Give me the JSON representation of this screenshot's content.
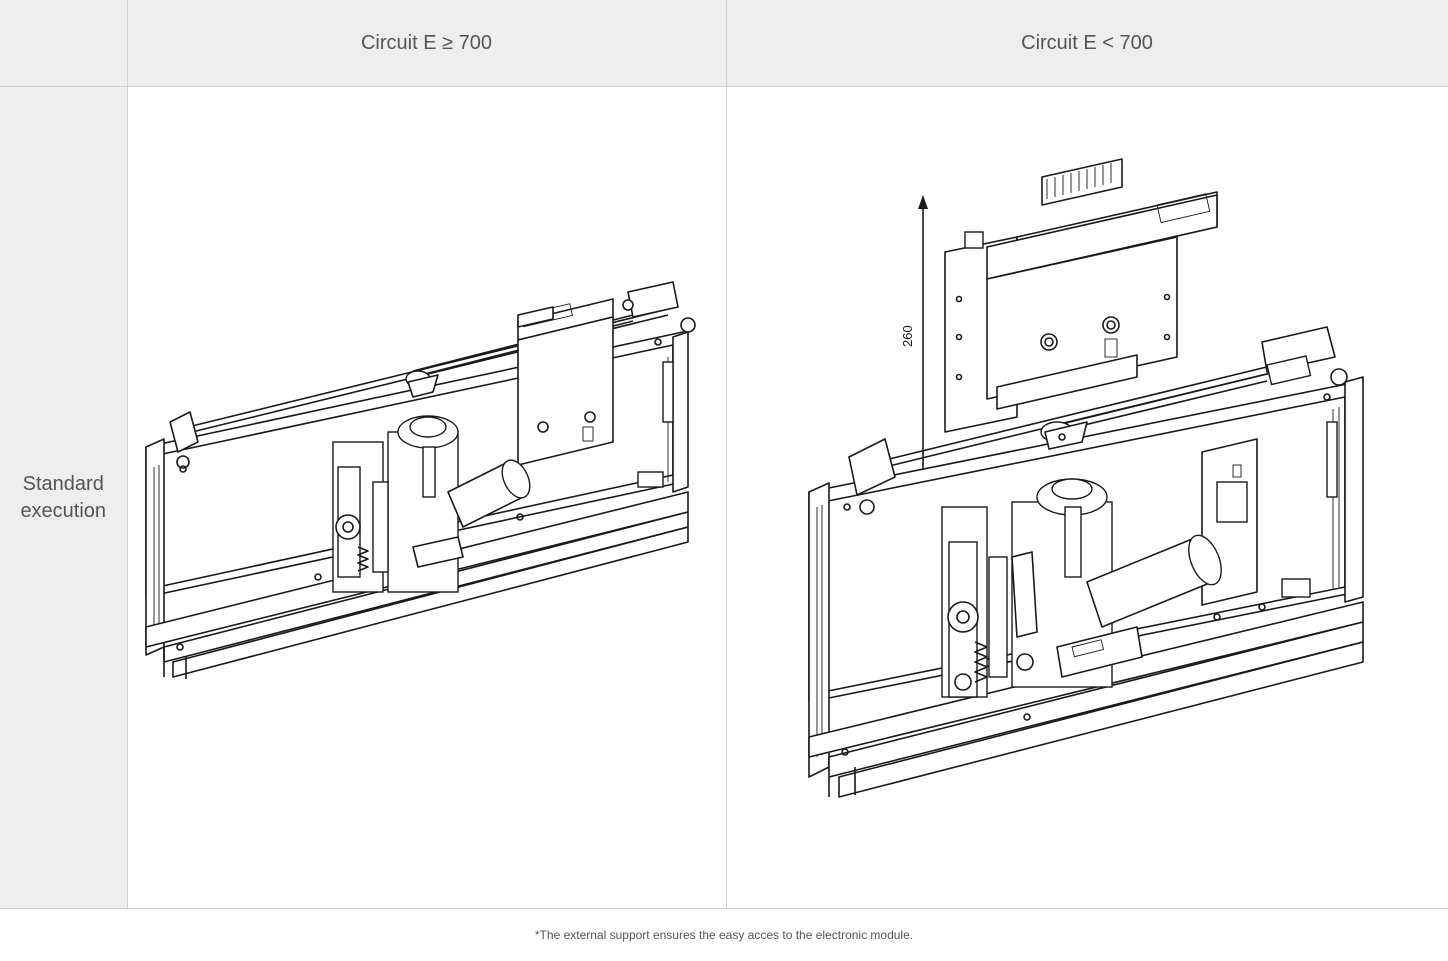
{
  "table": {
    "col_headers": [
      "Circuit E ≥ 700",
      "Circuit E < 700"
    ],
    "row_header_line1": "Standard",
    "row_header_line2": "execution",
    "footnote": "*The external support ensures the easy acces to the electronic module."
  },
  "drawing_right": {
    "dimension_label": "260"
  }
}
